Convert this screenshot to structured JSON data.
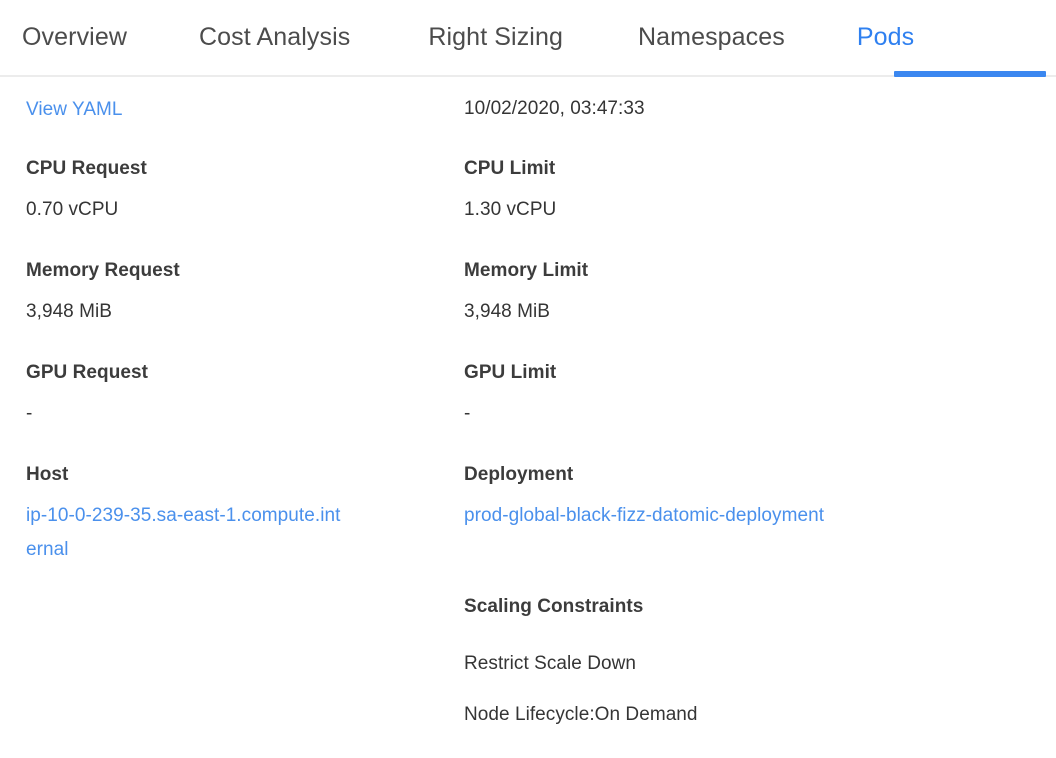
{
  "tabs": [
    {
      "label": "Overview",
      "active": false
    },
    {
      "label": "Cost Analysis",
      "active": false
    },
    {
      "label": "Right Sizing",
      "active": false
    },
    {
      "label": "Namespaces",
      "active": false
    },
    {
      "label": "Pods",
      "active": true
    }
  ],
  "colors": {
    "accent": "#3b87f0",
    "link": "#4a90ec",
    "tab_inactive": "#4c4c4c",
    "label": "#3c3c3c",
    "value": "#353535",
    "divider": "#ececec"
  },
  "left_column": {
    "view_yaml_link": "View YAML",
    "cpu_request": {
      "label": "CPU Request",
      "value": "0.70 vCPU"
    },
    "memory_request": {
      "label": "Memory Request",
      "value": "3,948 MiB"
    },
    "gpu_request": {
      "label": "GPU Request",
      "value": "-"
    },
    "host": {
      "label": "Host",
      "value": "ip-10-0-239-35.sa-east-1.compute.internal"
    }
  },
  "right_column": {
    "timestamp": "10/02/2020, 03:47:33",
    "cpu_limit": {
      "label": "CPU Limit",
      "value": "1.30 vCPU"
    },
    "memory_limit": {
      "label": "Memory Limit",
      "value": "3,948 MiB"
    },
    "gpu_limit": {
      "label": "GPU Limit",
      "value": "-"
    },
    "deployment": {
      "label": "Deployment",
      "value": "prod-global-black-fizz-datomic-deployment"
    },
    "scaling_constraints": {
      "label": "Scaling Constraints",
      "items": [
        "Restrict Scale Down",
        "Node Lifecycle:On Demand"
      ]
    }
  }
}
